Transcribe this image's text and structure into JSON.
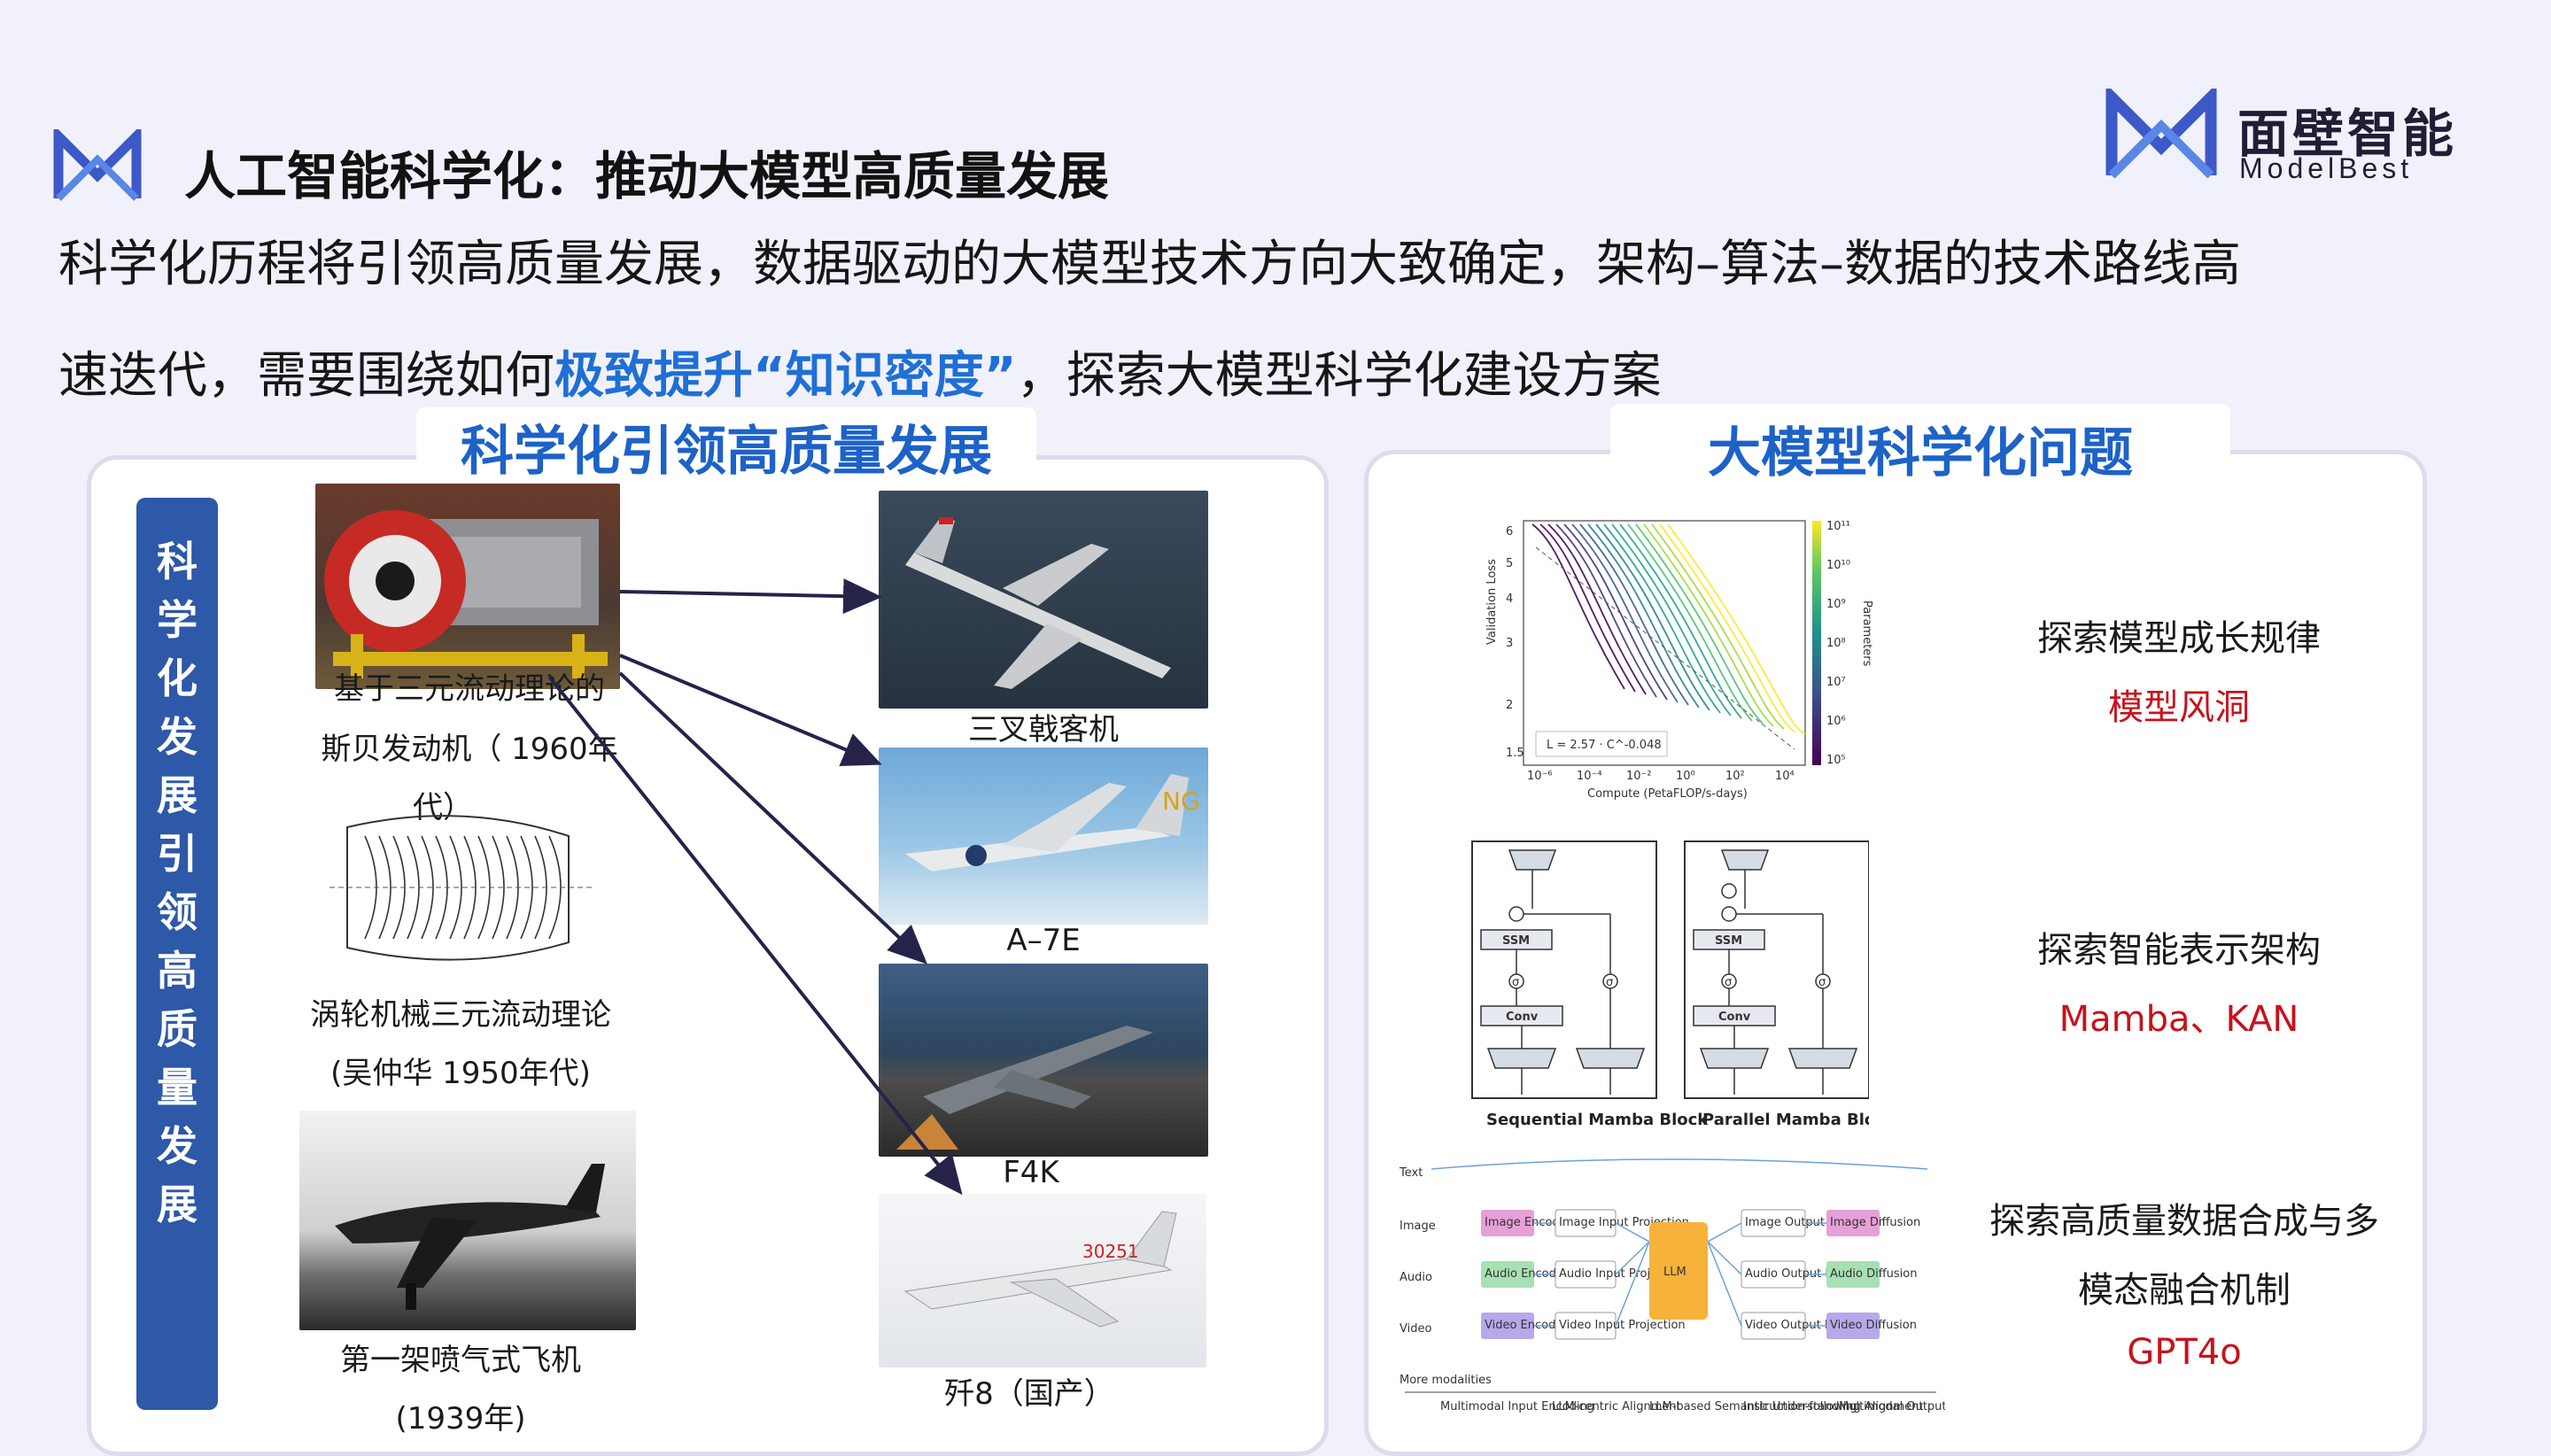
{
  "header": {
    "title": "人工智能科学化：推动大模型高质量发展",
    "brand_cn": "面壁智能",
    "brand_en": "ModelBest",
    "lead_line1": "科学化历程将引领高质量发展，数据驱动的大模型技术方向大致确定，架构–算法–数据的技术路线高",
    "lead_line2_a": "速迭代，需要围绕如何",
    "lead_line2_highlight": "极致提升“知识密度”",
    "lead_line2_b": "，探索大模型科学化建设方案"
  },
  "left_panel": {
    "tab": "科学化引领高质量发展",
    "vertical_bar": [
      "科",
      "学",
      "化",
      "发",
      "展",
      "引",
      "领",
      "高",
      "质",
      "量",
      "发",
      "展"
    ],
    "left_captions": {
      "engine_a": "基于三元流动理论的",
      "engine_b": "斯贝发动机（ 1960年",
      "engine_c": "代）",
      "turbine_a": "涡轮机械三元流动理论",
      "turbine_b": "(吴仲华 1950年代)",
      "jet_a": "第一架喷气式飞机",
      "jet_b": "(1939年)"
    },
    "right_captions": {
      "trident": "三叉戟客机",
      "a7e": "A–7E",
      "f4k": "F4K",
      "j8": "歼8（国产）"
    }
  },
  "right_panel": {
    "tab": "大模型科学化问题",
    "items": [
      {
        "label": "探索模型成长规律",
        "red": "模型风洞"
      },
      {
        "label": "探索智能表示架构",
        "red": "Mamba、KAN"
      },
      {
        "label_a": "探索高质量数据合成与多",
        "label_b": "模态融合机制",
        "red": "GPT4o"
      }
    ],
    "scaling_chart": {
      "ylabel": "Validation Loss",
      "xlabel": "Compute (PetaFLOP/s-days)",
      "cbar_label": "Parameters",
      "formula": "L = 2.57 · C^-0.048",
      "y_ticks": [
        "6",
        "5",
        "4",
        "3",
        "2",
        "1.5"
      ],
      "x_ticks": [
        "10⁻⁶",
        "10⁻⁴",
        "10⁻²",
        "10⁰",
        "10²",
        "10⁴"
      ],
      "cbar_ticks": [
        "10¹¹",
        "10¹⁰",
        "10⁹",
        "10⁸",
        "10⁷",
        "10⁶",
        "10⁵"
      ]
    },
    "mamba": {
      "left_title": "Sequential Mamba Block",
      "right_title": "Parallel Mamba Block",
      "ssm": "SSM",
      "conv": "Conv",
      "sigma": "σ"
    },
    "mm": {
      "rows": [
        "Text",
        "Image",
        "Audio",
        "Video",
        "More modalities"
      ],
      "enc": [
        "Image Encoder",
        "Audio Encoder",
        "Video Encoder"
      ],
      "inproj": [
        "Image Input Projection",
        "Audio Input Projection",
        "Video Input Projection"
      ],
      "llm": "LLM",
      "outproj": [
        "Image Output Projection",
        "Audio Output Projection",
        "Video Output Projection"
      ],
      "dec": [
        "Image Diffusion",
        "Audio Diffusion",
        "Video Diffusion"
      ],
      "stages": [
        "Multimodal Input Encoding",
        "LLM-centric Alignment",
        "LLM-based Semantic Understanding",
        "Instruction-following Alignment",
        "Multimodal Output Generation"
      ]
    }
  }
}
